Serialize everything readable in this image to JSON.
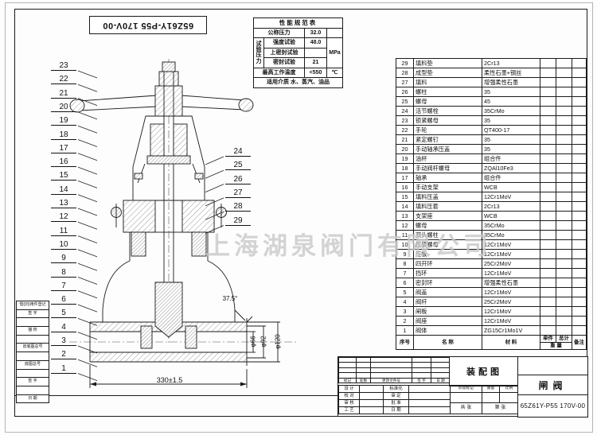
{
  "watermark": "上海湖泉阀门有限公司",
  "drawing_no": "65Z61Y-P55 170V-00",
  "spec_table": {
    "title": "性能规范表",
    "nominal_pressure_label": "公称压力",
    "nominal_pressure": "32.0",
    "test_pressure_label": "试验压力",
    "rows": [
      {
        "label": "强度试验",
        "value": "48.0"
      },
      {
        "label": "上密封试验",
        "value": ""
      },
      {
        "label": "密封试验",
        "value": "21"
      }
    ],
    "unit": "MPa",
    "max_temp_label": "最高工作温度",
    "max_temp": "<550",
    "temp_unit": "℃",
    "medium": "适用介质 水、蒸汽、油品"
  },
  "parts_list": {
    "headers": {
      "no": "序号",
      "name": "名  称",
      "material": "材  料",
      "per_unit": "单件",
      "total": "总计",
      "weight": "重 量",
      "remark": "备注"
    },
    "rows": [
      {
        "no": "29",
        "name": "填料垫",
        "material": "2Cr13"
      },
      {
        "no": "28",
        "name": "成型垫",
        "material": "柔性石墨+钢丝"
      },
      {
        "no": "27",
        "name": "填料",
        "material": "增强柔性石墨"
      },
      {
        "no": "26",
        "name": "螺柱",
        "material": "35"
      },
      {
        "no": "25",
        "name": "螺母",
        "material": "45"
      },
      {
        "no": "24",
        "name": "活节螺栓",
        "material": "35CrMo"
      },
      {
        "no": "23",
        "name": "锁紧螺母",
        "material": "35"
      },
      {
        "no": "22",
        "name": "手轮",
        "material": "QT400-17"
      },
      {
        "no": "21",
        "name": "紧定螺钉",
        "material": "35"
      },
      {
        "no": "20",
        "name": "手动轴承压盖",
        "material": "35"
      },
      {
        "no": "19",
        "name": "油杯",
        "material": "组合件"
      },
      {
        "no": "18",
        "name": "手动阀杆螺母",
        "material": "ZQAl10Fe3"
      },
      {
        "no": "17",
        "name": "轴承",
        "material": "组合件"
      },
      {
        "no": "16",
        "name": "手动支架",
        "material": "WCB"
      },
      {
        "no": "15",
        "name": "填料压盖",
        "material": "12Cr1MoV"
      },
      {
        "no": "14",
        "name": "填料压套",
        "material": "2Cr13"
      },
      {
        "no": "13",
        "name": "支架座",
        "material": "WCB"
      },
      {
        "no": "12",
        "name": "螺母",
        "material": "35CrMo"
      },
      {
        "no": "11",
        "name": "双头螺柱",
        "material": "35CrMo"
      },
      {
        "no": "10",
        "name": "压紧螺母",
        "material": "12Cr1MoV"
      },
      {
        "no": "9",
        "name": "压板",
        "material": "12Cr1MoV"
      },
      {
        "no": "8",
        "name": "四开环",
        "material": "25Cr2MoV"
      },
      {
        "no": "7",
        "name": "挡环",
        "material": "12Cr1MoV"
      },
      {
        "no": "6",
        "name": "密封环",
        "material": "增强柔性石墨"
      },
      {
        "no": "5",
        "name": "阀盖",
        "material": "12Cr1MoV"
      },
      {
        "no": "4",
        "name": "阀杆",
        "material": "25Cr2MoV"
      },
      {
        "no": "3",
        "name": "闸板",
        "material": "12Cr1MoV"
      },
      {
        "no": "2",
        "name": "阀座",
        "material": "12Cr1MoV"
      },
      {
        "no": "1",
        "name": "阀体",
        "material": "ZG15Cr1Mo1V"
      }
    ]
  },
  "balloons_left": [
    "23",
    "22",
    "21",
    "20",
    "19",
    "18",
    "17",
    "16",
    "15",
    "14",
    "13",
    "12",
    "11",
    "10",
    "9",
    "8",
    "7",
    "6",
    "5",
    "4",
    "3",
    "2",
    "1"
  ],
  "balloons_right": [
    "24",
    "25",
    "26",
    "27",
    "28",
    "29"
  ],
  "dimensions": {
    "face_to_face": "330±1.5",
    "dia_inner": "φ66",
    "dia_mid": "φ92",
    "dia_outer": "φ120",
    "angle": "37.5°"
  },
  "title_block": {
    "view_label": "装配图",
    "product_name": "闸阀",
    "rev_headers": [
      "标记",
      "处数",
      "更改文件号",
      "签 字",
      "日 期"
    ],
    "sig_rows": [
      [
        "设 计",
        "标准化"
      ],
      [
        "校 对",
        "审 定"
      ],
      [
        "审 核",
        "批 准"
      ],
      [
        "工 艺",
        "日 期"
      ]
    ],
    "stage_headers": [
      "阶段标记",
      "质量",
      "比例"
    ],
    "sheet_total": "共  张",
    "sheet_no": "第  张"
  },
  "margin_block": {
    "rows": [
      "借(旧)用件登记",
      "签 字",
      "",
      "描 校",
      "",
      "旧底图总号",
      "",
      "底图总号",
      "",
      "签 字",
      "",
      "日 期"
    ]
  }
}
